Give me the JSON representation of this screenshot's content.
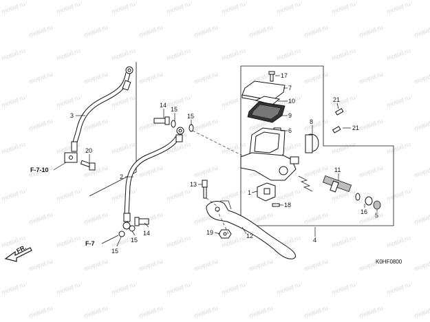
{
  "watermark": "motod.ru",
  "diagram_code": "K0HF0800",
  "front_indicator": "FR.",
  "references": {
    "ref_f7_10": "F-7-10",
    "ref_f7": "F-7"
  },
  "callouts": {
    "c1": "1",
    "c2": "2",
    "c3": "3",
    "c4": "4",
    "c5": "5",
    "c6": "6",
    "c7": "7",
    "c8": "8",
    "c9": "9",
    "c10": "10",
    "c11": "11",
    "c12": "12",
    "c13": "13",
    "c14a": "14",
    "c14b": "14",
    "c15a": "15",
    "c15b": "15",
    "c15c": "15",
    "c15d": "15",
    "c16": "16",
    "c17": "17",
    "c18": "18",
    "c19": "19",
    "c20": "20",
    "c21a": "21",
    "c21b": "21"
  }
}
